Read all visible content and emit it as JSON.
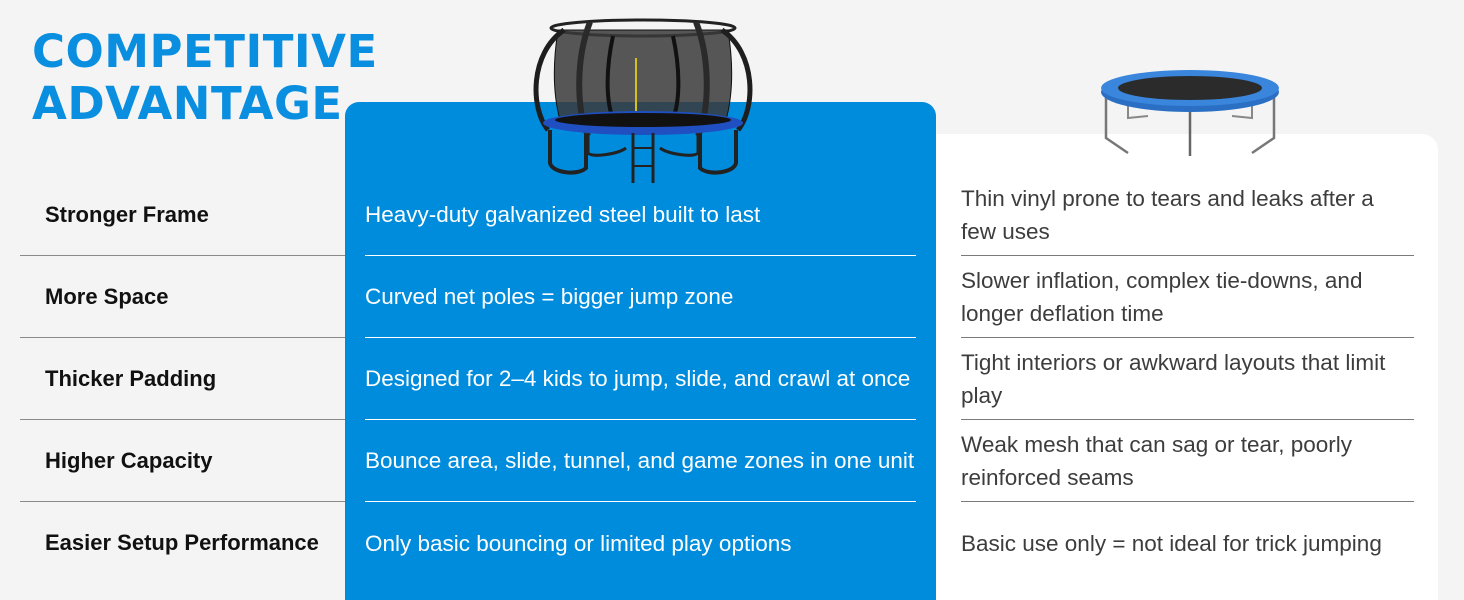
{
  "title": {
    "line1": "COMPETITIVE",
    "line2": "ADVANTAGE"
  },
  "colors": {
    "accent": "#008cdc",
    "title": "#0a8ee0",
    "background": "#f4f4f4",
    "competitor_card": "#ffffff"
  },
  "images": {
    "ours": "trampoline-with-curved-net-enclosure-icon",
    "theirs": "basic-blue-trampoline-icon"
  },
  "features": [
    "Stronger Frame",
    "More Space",
    "Thicker Padding",
    "Higher Capacity",
    "Easier Setup Performance"
  ],
  "ours": [
    "Heavy-duty galvanized steel built to last",
    "Curved net poles = bigger jump zone",
    "Designed for 2–4 kids to jump, slide, and crawl at once",
    "Bounce area, slide, tunnel, and game zones in one unit",
    "Only basic bouncing or limited play options"
  ],
  "theirs": [
    "Thin vinyl prone to tears and leaks after a few uses",
    "Slower inflation, complex tie-downs, and longer deflation time",
    "Tight interiors or awkward layouts that limit play",
    "Weak mesh that can sag or tear, poorly reinforced seams",
    "Basic use only = not ideal for trick jumping"
  ]
}
